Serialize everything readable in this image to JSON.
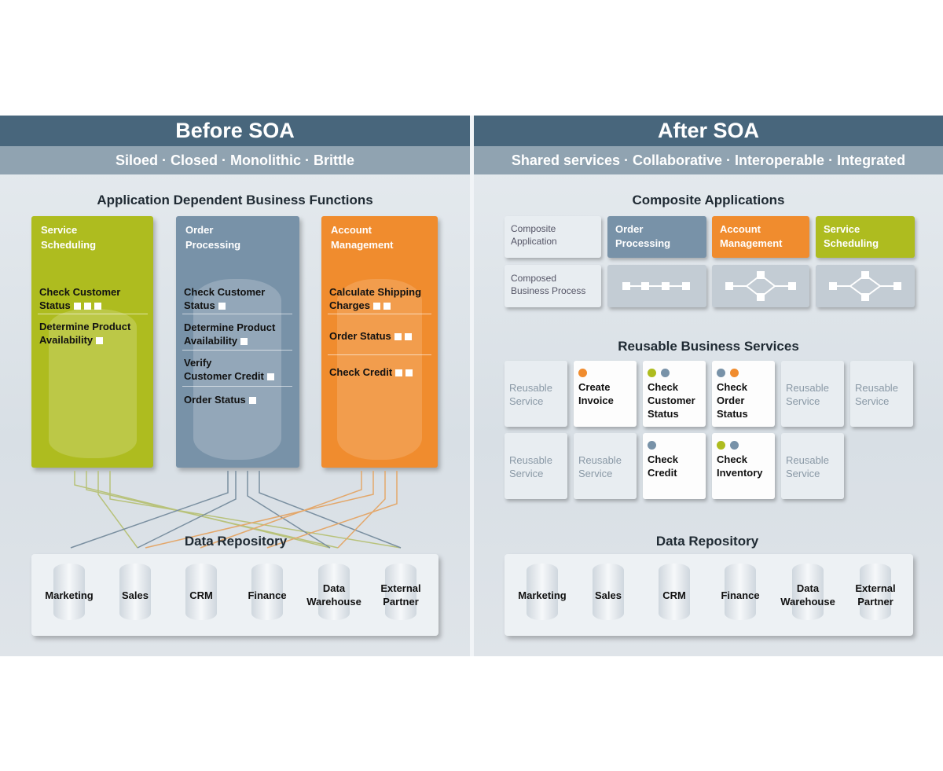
{
  "before": {
    "title": "Before SOA",
    "subtitle": "Siloed · Closed · Monolithic · Brittle",
    "functions_heading": "Application Dependent Business Functions",
    "pillars": [
      {
        "title_line1": "Service",
        "title_line2": "Scheduling",
        "color": "#aebc1f",
        "items": [
          [
            "Check Customer",
            "Status"
          ],
          [
            "Determine Product",
            "Availability"
          ]
        ]
      },
      {
        "title_line1": "Order",
        "title_line2": "Processing",
        "color": "#7892a8",
        "items": [
          [
            "Check Customer",
            "Status"
          ],
          [
            "Determine Product",
            "Availability"
          ],
          [
            "Verify",
            "Customer Credit"
          ],
          [
            "Order Status",
            ""
          ]
        ]
      },
      {
        "title_line1": "Account",
        "title_line2": "Management",
        "color": "#f08c2e",
        "items": [
          [
            "Calculate Shipping",
            "Charges"
          ],
          [
            "Order Status",
            ""
          ],
          [
            "Check Credit",
            ""
          ]
        ]
      }
    ],
    "repo_heading": "Data Repository",
    "repos": [
      [
        "Marketing",
        ""
      ],
      [
        "Sales",
        ""
      ],
      [
        "CRM",
        ""
      ],
      [
        "Finance",
        ""
      ],
      [
        "Data",
        "Warehouse"
      ],
      [
        "External",
        "Partner"
      ]
    ]
  },
  "after": {
    "title": "After SOA",
    "subtitle": "Shared services · Collaborative · Interoperable · Integrated",
    "composite_heading": "Composite Applications",
    "composite_label": [
      "Composite",
      "Application"
    ],
    "process_label": [
      "Composed",
      "Business Process"
    ],
    "apps": [
      {
        "line1": "Order",
        "line2": "Processing",
        "color": "#7892a8"
      },
      {
        "line1": "Account",
        "line2": "Management",
        "color": "#f08c2e"
      },
      {
        "line1": "Service",
        "line2": "Scheduling",
        "color": "#aebc1f"
      }
    ],
    "services_heading": "Reusable Business Services",
    "reusable_label": [
      "Reusable",
      "Service"
    ],
    "services": {
      "create_invoice": [
        "Create",
        "Invoice"
      ],
      "check_customer_status": [
        "Check",
        "Customer",
        "Status"
      ],
      "check_order_status": [
        "Check",
        "Order",
        "Status"
      ],
      "check_credit": [
        "Check",
        "Credit"
      ],
      "check_inventory": [
        "Check",
        "Inventory"
      ]
    },
    "repo_heading": "Data Repository",
    "repos": [
      [
        "Marketing",
        ""
      ],
      [
        "Sales",
        ""
      ],
      [
        "CRM",
        ""
      ],
      [
        "Finance",
        ""
      ],
      [
        "Data",
        "Warehouse"
      ],
      [
        "External",
        "Partner"
      ]
    ]
  },
  "colors": {
    "header_bg": "#48667c",
    "subheader_bg": "#90a3b1",
    "green": "#aebc1f",
    "blue": "#7892a8",
    "orange": "#f08c2e"
  }
}
